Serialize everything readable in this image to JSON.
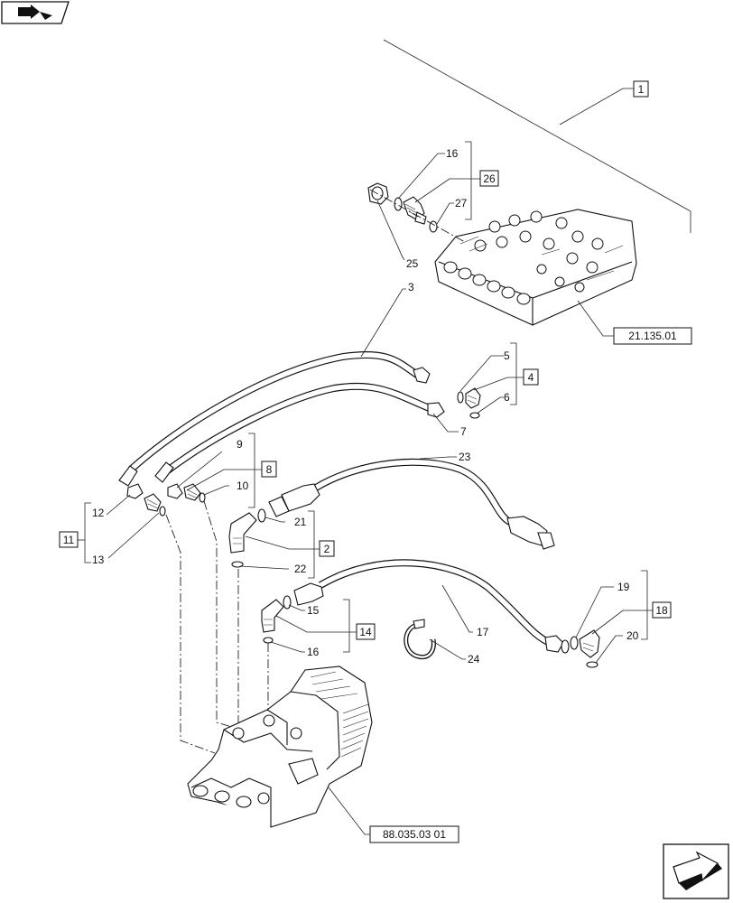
{
  "icons": {
    "nav_top": "book-arrow-icon",
    "nav_bottom": "next-page-arrow-icon"
  },
  "callouts": {
    "c1": "1",
    "c2": "2",
    "c3": "3",
    "c4": "4",
    "c5": "5",
    "c6": "6",
    "c7": "7",
    "c8": "8",
    "c9": "9",
    "c10": "10",
    "c11": "11",
    "c12": "12",
    "c13": "13",
    "c14": "14",
    "c15": "15",
    "c16a": "16",
    "c16b": "16",
    "c17": "17",
    "c18": "18",
    "c19": "19",
    "c20": "20",
    "c21": "21",
    "c22": "22",
    "c23": "23",
    "c24": "24",
    "c25": "25",
    "c26": "26",
    "c27": "27"
  },
  "references": {
    "ref_valve_block": "21.135.01",
    "ref_control_valve": "88.035.03 01"
  }
}
